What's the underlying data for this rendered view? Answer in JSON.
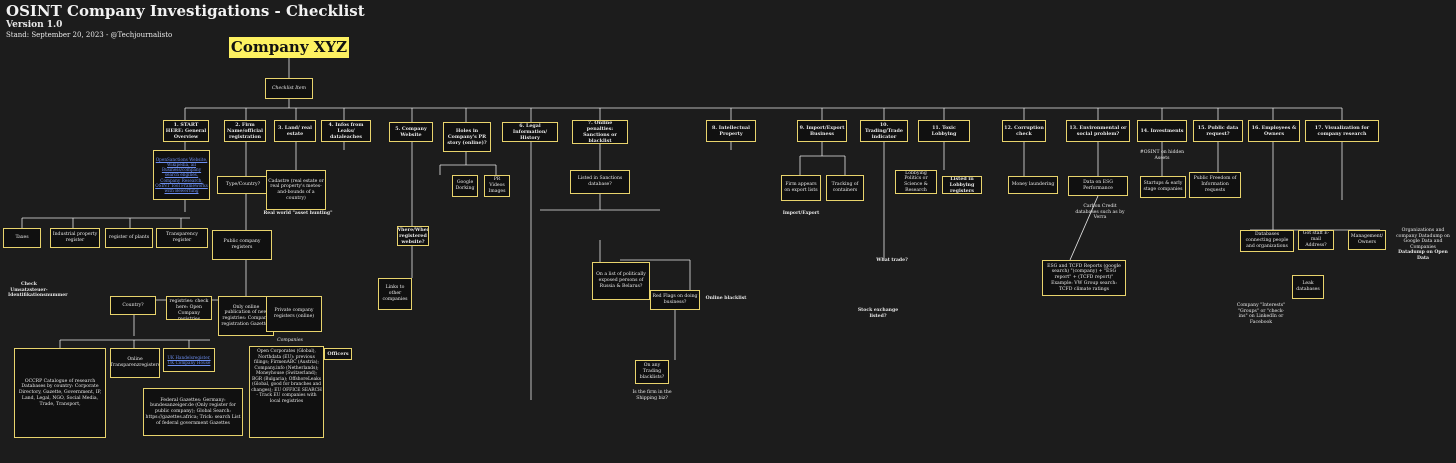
{
  "header": {
    "title": "OSINT Company Investigations - Checklist",
    "version": "Version 1.0",
    "stand": "Stand: September 20, 2023 - @Techjournalisto"
  },
  "root": "Company XYZ",
  "checklist": "Checklist Item",
  "colors": {
    "background": "#1c1c1c",
    "box_border": "#e8d36c",
    "highlight": "#fdf161",
    "link": "#6c8ef0",
    "wire": "#e8e8e8"
  },
  "sections": [
    "1. START HERE: General Overview",
    "2. Firm Name/official registration",
    "3. Land/ real estate",
    "4. Infos from Leaks/ dataleaches",
    "5. Company Website",
    "Holes in Company's PR story (online)?",
    "6. Legal Information/ History",
    "7. Online penalties: Sanctions or blacklist",
    "8. Intellectual Property",
    "9. Import/Export Business",
    "10. Trading/Trade indicator",
    "11. Toxic Lobbying",
    "12. Corruption check",
    "13. Environmental or social problem?",
    "14. Investments",
    "15. Public data request?",
    "16. Employees & Owners",
    "17. Visualization for company research"
  ],
  "nodes": {
    "overview_links": "OpenSanctions Website, Wikipedia, all Business/company search engines, Company Research, OSINT Tool Frameworks with Bewertung",
    "taxes": "Taxes",
    "industrial": "Industrial property register",
    "register_plants": "register of plants",
    "transparency": "Transparency register",
    "type_country": "Type/Country?",
    "public_registers": "Public company registers",
    "cadastre": "Cadastre (real estate or real property's metes-and-bounds of a country)",
    "real_world": "Real world \"asset hunting\"",
    "check_umsatz": "Check Umsatzsteuer-Identifikationsnummer",
    "country": "Country?",
    "you_online": "You online registries: check here: Open Company registries",
    "only_online": "Only online publication of new registries: Company registration Gazettes",
    "private_registers": "Private company registers (online)",
    "occrp": "OCCRP Catalogue of research Databases by country: Corporate Directory, Gazette, Government, IP, Land, Legal, NGO, Social Media, Trade, Transport,",
    "online_transparenz": "Online Transparenzregisters",
    "uk_handels": "UK Handelsregister, UK Company House",
    "companies_label": "Companies",
    "opencorporates": "Open Corporates (Global), Northdata (EU): previous filings; FirmenABC (Austria); Company.info (Netherlands); Moneyhouse (Switzerland); BGR (Bulgaria); OffshoreLeaks (Global, good for branches and changes); EU OFFICE SEARCH - Track EU companies with local registries",
    "officers": "Officers",
    "federal_gazettes": "Federal Gazettes: Germany: bundesanzeiger.de (Only register for public company); Global Search: https://gazettes.africa; Trick: search List of federal government Gazettes",
    "google_dorking": "Google Dorking",
    "pr_videos": "PR Videos Images",
    "where_registered": "Where/When registered website?",
    "links_other": "Links to other companies",
    "listed_sanctions": "Listed in Sanctions database?",
    "politically_exposed": "On a list of politically exposed persons of Russia & Belarus?",
    "red_flags": "Red Flags on doing business?",
    "online_blacklist": "Online blacklist",
    "any_trading": "On any Trading blacklists?",
    "shipping": "Is the firm in the Shipping biz?",
    "firm_export": "Firm appears on export lists",
    "tracking_containers": "Tracking of containers",
    "import_export": "Import/Export",
    "what_trade": "What trade?",
    "stock_exchange": "Stock exchange listed?",
    "lobbying_box": "Lobbying Politics or Science & Research",
    "listed_lobbying": "Listed in Lobbying registers",
    "money_laundering": "Money laundering",
    "esg_data": "Data on ESG Performance",
    "carbon_credit": "Carbon Credit databases such as by Verra",
    "esg_reports": "ESG and TCFD Reports (google search) \"(company) + \"ESG report\" + (TCFD report)\" Example: VW Group search: TCFD climate ratings",
    "osint_hidden": "#OSINT on hidden Assets",
    "startups": "Startups & early stage companies",
    "public_freedom": "Public Freedom of Information requests",
    "databases_people": "Databases connecting people and organizations",
    "got_staff": "Got staff E-mail Address?",
    "management": "Management/ Owners",
    "leak_databases": "Leak databases",
    "company_interests": "Company \"Interests\" \"Groups\" or \"check-ins\" on LinkedIn or Facebook",
    "orgs_datadump": "Organizations and company Datadump on Google Data and Companies",
    "datadump_ooh": "Datadump on Open Data"
  }
}
